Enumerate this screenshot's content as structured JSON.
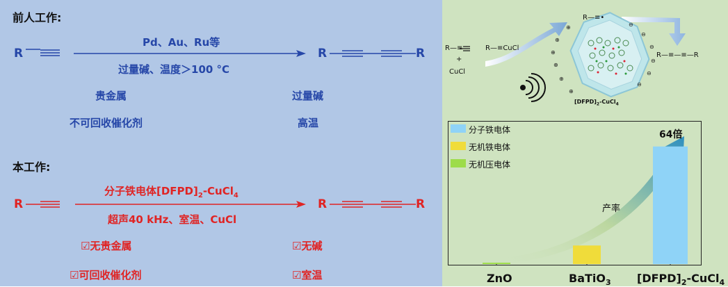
{
  "left": {
    "prev_header": "前人工作:",
    "prev_catalyst": "Pd、Au、Ru等",
    "prev_conditions": "过量碱、温度＞100 °C",
    "prev_issue_1": "贵金属",
    "prev_issue_2": "不可回收催化剂",
    "prev_issue_3": "过量碱",
    "prev_issue_4": "高温",
    "this_header": "本工作:",
    "this_catalyst_main": "分子铁电体[DFPD]",
    "this_catalyst_sub": "2",
    "this_catalyst_rest": "-CuCl",
    "this_catalyst_sub2": "4",
    "this_conditions": "超声40 kHz、室温、CuCl",
    "adv_1": "☑无贵金属",
    "adv_2": "☑可回收催化剂",
    "adv_3": "☑无碱",
    "adv_4": "☑室温",
    "R": "R"
  },
  "right": {
    "reagent_1": "R—≡",
    "reagent_2": "R—≡CuCl",
    "plus": "+",
    "cucl": "CuCl",
    "intermediate": "R—≡•",
    "product": "R—≡—≡—R",
    "crystal_label_main": "[DFPD]",
    "crystal_label_sub": "2",
    "crystal_label_rest": "-CuCl",
    "crystal_label_sub2": "4"
  },
  "chart_data": {
    "type": "bar",
    "categories": [
      "ZnO",
      "BaTiO3",
      "[DFPD]2-CuCl4"
    ],
    "category_labels": [
      {
        "main": "ZnO",
        "sub": ""
      },
      {
        "main": "BaTiO",
        "sub": "3"
      },
      {
        "main": "[DFPD]",
        "sub": "2",
        "rest": "-CuCl",
        "sub2": "4"
      }
    ],
    "values": [
      0.3,
      4.5,
      28.5
    ],
    "value_max": 32,
    "bar_colors": [
      "#9ddc4a",
      "#f0dc3a",
      "#8fd3f7"
    ],
    "legend": [
      {
        "label": "分子铁电体",
        "color": "#8fd3f7"
      },
      {
        "label": "无机铁电体",
        "color": "#f0dc3a"
      },
      {
        "label": "无机压电体",
        "color": "#9ddc4a"
      }
    ],
    "legend_position": "top-left",
    "annotation_top": "64倍",
    "arrow_label": "产率"
  }
}
